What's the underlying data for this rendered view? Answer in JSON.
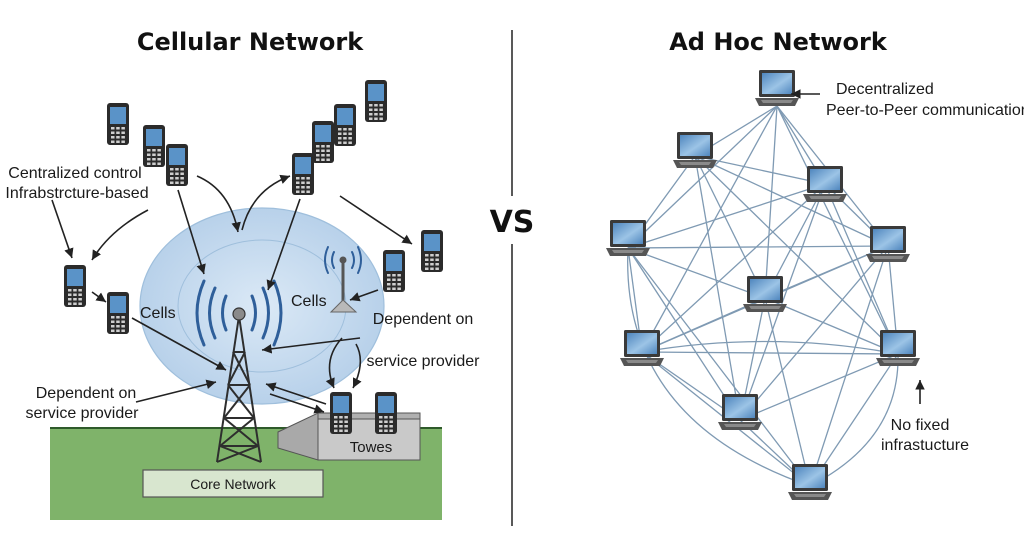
{
  "left": {
    "title": "Cellular Network",
    "label_centralized_1": "Centralized control",
    "label_centralized_2": "Infrabstrcture-based",
    "label_cells_left": "Cells",
    "label_cells_right": "Cells",
    "label_dependent_left_1": "Dependent on",
    "label_dependent_left_2": "service provider",
    "label_dependent_right_1": "Dependent on",
    "label_dependent_right_2": "service provider",
    "label_towers": "Towes",
    "label_core": "Core Network"
  },
  "vs": "VS",
  "right": {
    "title": "Ad Hoc Network",
    "label_decentralized_1": "Decentralized",
    "label_decentralized_2": "Peer-to-Peer communication",
    "label_nofixed_1": "No fixed",
    "label_nofixed_2": "infrastucture"
  },
  "colors": {
    "ground": "#7fb36a",
    "cell_coverage": "#c7dcef",
    "signal": "#2f5f9a",
    "screen": "#5a93c8",
    "link": "#7f9ab3"
  },
  "icons": {
    "phone": "mobile-phone-icon",
    "laptop": "laptop-icon",
    "tower": "cell-tower-icon"
  }
}
